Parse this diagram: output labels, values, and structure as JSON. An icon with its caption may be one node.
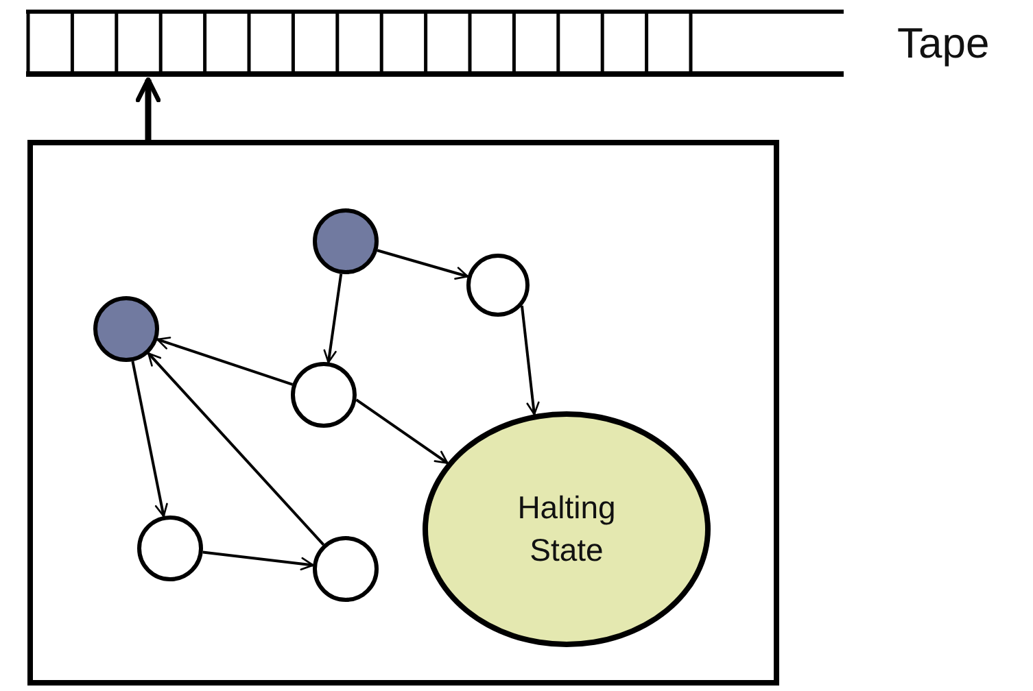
{
  "diagram": {
    "nodes": [
      {
        "text": [],
        "shape": "bar",
        "beside": [
          "Tape"
        ]
      },
      {
        "text": [],
        "shape": "box"
      },
      {
        "text": [],
        "shape": "circle",
        "in": 1
      },
      {
        "text": [],
        "shape": "circle",
        "in": 1
      },
      {
        "text": [],
        "shape": "circle",
        "in": 1
      },
      {
        "text": [],
        "shape": "circle",
        "in": 1
      },
      {
        "text": [
          "Halting State"
        ],
        "in": 1
      },
      {
        "text": [],
        "shape": "circle",
        "in": 1
      },
      {
        "text": [],
        "shape": "circle",
        "in": 1
      }
    ],
    "edges": [
      {
        "from": 1,
        "to": 0,
        "arrow": "to",
        "style": "thick"
      },
      {
        "from": 2,
        "to": 3,
        "arrow": "to"
      },
      {
        "from": 2,
        "to": 5,
        "arrow": "to"
      },
      {
        "from": 3,
        "to": 6,
        "arrow": "to"
      },
      {
        "from": 5,
        "to": 4,
        "arrow": "to"
      },
      {
        "from": 5,
        "to": 6,
        "arrow": "to"
      },
      {
        "from": 4,
        "to": 7,
        "arrow": "to"
      },
      {
        "from": 7,
        "to": 8,
        "arrow": "to"
      },
      {
        "from": 8,
        "to": 4,
        "arrow": "to"
      }
    ]
  }
}
